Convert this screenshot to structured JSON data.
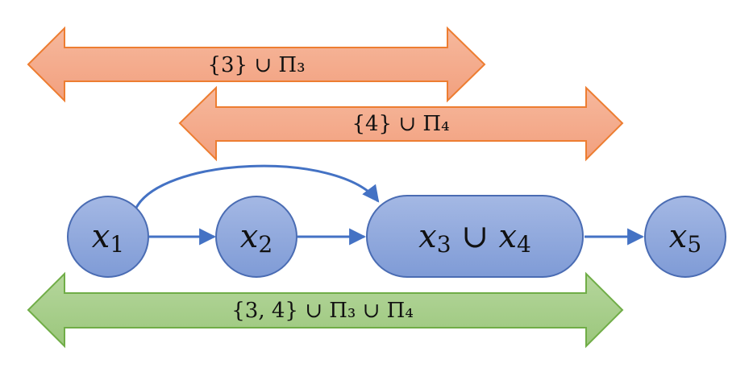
{
  "colors": {
    "orange_arrow_fill_top": "#f6b89d",
    "orange_arrow_fill_bottom": "#f2a07e",
    "orange_arrow_stroke": "#ed7d31",
    "green_arrow_fill_top": "#b5d69c",
    "green_arrow_fill_bottom": "#9bc77c",
    "green_arrow_stroke": "#70ad47",
    "node_fill_top": "#a4b8e4",
    "node_fill_bottom": "#7f9bd6",
    "node_stroke": "#4a6cb3",
    "edge_color": "#4472c4"
  },
  "arrows": [
    {
      "id": "pi3",
      "label": "{3} ∪ Π₃",
      "color": "orange"
    },
    {
      "id": "pi4",
      "label": "{4} ∪ Π₄",
      "color": "orange"
    },
    {
      "id": "pi34",
      "label": "{3, 4} ∪ Π₃ ∪ Π₄",
      "color": "green"
    }
  ],
  "nodes": [
    {
      "id": "x1",
      "var": "x",
      "sub": "1"
    },
    {
      "id": "x2",
      "var": "x",
      "sub": "2"
    },
    {
      "id": "x34",
      "var": "x",
      "sub": "3",
      "op": " ∪ ",
      "var2": "x",
      "sub2": "4"
    },
    {
      "id": "x5",
      "var": "x",
      "sub": "5"
    }
  ],
  "edges": [
    {
      "from": "x1",
      "to": "x2"
    },
    {
      "from": "x2",
      "to": "x34"
    },
    {
      "from": "x34",
      "to": "x5"
    },
    {
      "from": "x1",
      "to": "x34"
    }
  ]
}
